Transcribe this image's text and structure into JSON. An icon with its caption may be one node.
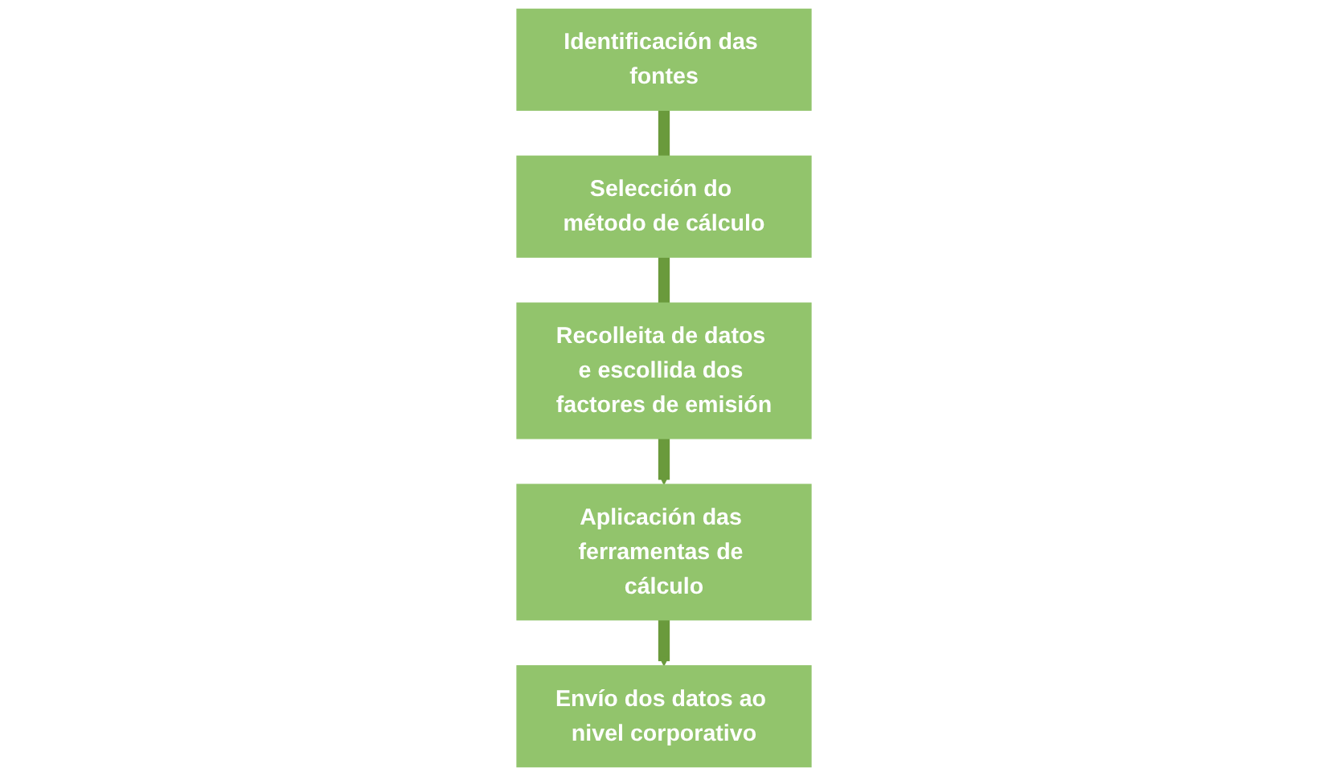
{
  "diagram": {
    "nodes": [
      {
        "text": [
          "Identificación das fontes"
        ]
      },
      {
        "text": [
          "Selección do método de cálculo"
        ]
      },
      {
        "text": [
          "Recolleita de datos e escollida dos factores de emisión"
        ]
      },
      {
        "text": [
          "Aplicación das ferramentas de cálculo"
        ]
      },
      {
        "text": [
          "Envío dos datos ao nivel corporativo"
        ]
      }
    ],
    "edges": [
      {
        "from": 0,
        "to": 1,
        "arrow": "none"
      },
      {
        "from": 1,
        "to": 2,
        "arrow": "none"
      },
      {
        "from": 2,
        "to": 3,
        "arrow": "to"
      },
      {
        "from": 3,
        "to": 4,
        "arrow": "to"
      }
    ]
  }
}
